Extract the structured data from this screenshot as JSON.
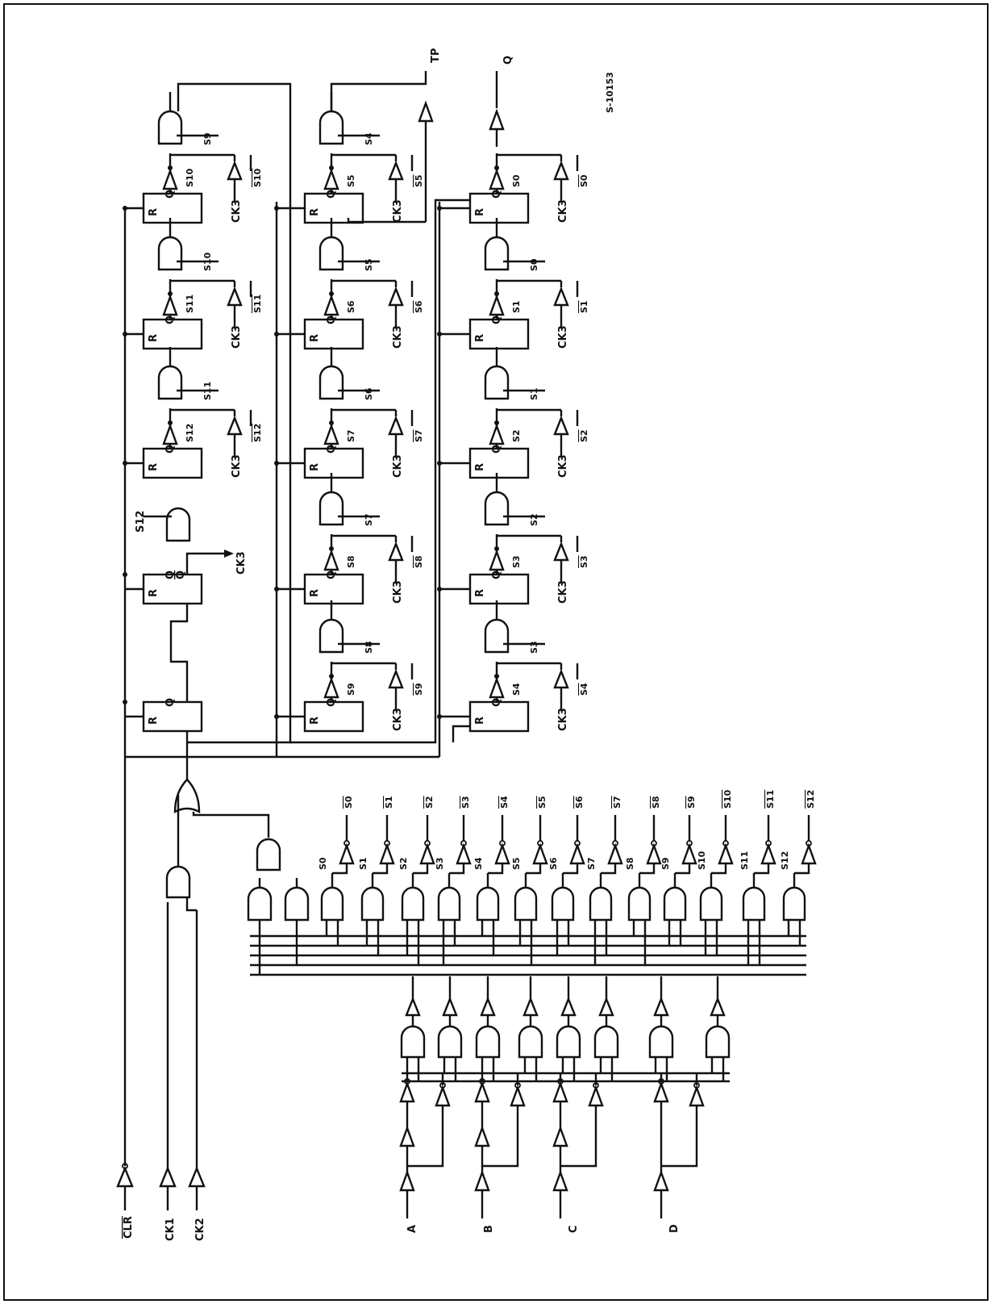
{
  "figure": {
    "ref_code": "S-10153",
    "colors": {
      "ink": "#111111",
      "paper": "#ffffff"
    }
  },
  "inputs": {
    "clr": "CLR",
    "ck1": "CK1",
    "ck2": "CK2",
    "a": "A",
    "b": "B",
    "c": "C",
    "d": "D"
  },
  "outputs": {
    "tp": "TP",
    "q": "Q",
    "ck3_out": "CK3"
  },
  "flipflop_labels": {
    "reset": "R",
    "q": "Q",
    "qbar": "Q"
  },
  "clock_label": "CK3",
  "rows": [
    {
      "name": "top",
      "cells": [
        {
          "pos": 3,
          "out": "S12",
          "state_bar": "S12",
          "and_sel": "S11"
        },
        {
          "pos": 4,
          "out": "S11",
          "state_bar": "S11",
          "and_sel": "S10"
        },
        {
          "pos": 5,
          "out": "S10",
          "state_bar": "S10",
          "and_sel": "S9"
        }
      ],
      "gate_sel_left": "S12"
    },
    {
      "name": "middle",
      "cells": [
        {
          "pos": 1,
          "out": "S9",
          "state_bar": "S9",
          "and_sel": "S8"
        },
        {
          "pos": 2,
          "out": "S8",
          "state_bar": "S8",
          "and_sel": "S7"
        },
        {
          "pos": 3,
          "out": "S7",
          "state_bar": "S7",
          "and_sel": "S6"
        },
        {
          "pos": 4,
          "out": "S6",
          "state_bar": "S6",
          "and_sel": "S5"
        },
        {
          "pos": 5,
          "out": "S5",
          "state_bar": "S5",
          "and_sel": "S4"
        }
      ]
    },
    {
      "name": "bottom",
      "cells": [
        {
          "pos": 1,
          "out": "S4",
          "state_bar": "S4",
          "and_sel": "S3"
        },
        {
          "pos": 2,
          "out": "S3",
          "state_bar": "S3",
          "and_sel": "S2"
        },
        {
          "pos": 3,
          "out": "S2",
          "state_bar": "S2",
          "and_sel": "S1"
        },
        {
          "pos": 4,
          "out": "S1",
          "state_bar": "S1",
          "and_sel": "S0"
        },
        {
          "pos": 5,
          "out": "S0",
          "state_bar": "S0",
          "and_sel": ""
        }
      ]
    }
  ],
  "decoder_outputs": [
    {
      "sel": "S0",
      "bar": "S0"
    },
    {
      "sel": "S1",
      "bar": "S1"
    },
    {
      "sel": "S2",
      "bar": "S2"
    },
    {
      "sel": "S3",
      "bar": "S3"
    },
    {
      "sel": "S4",
      "bar": "S4"
    },
    {
      "sel": "S5",
      "bar": "S5"
    },
    {
      "sel": "S6",
      "bar": "S6"
    },
    {
      "sel": "S7",
      "bar": "S7"
    },
    {
      "sel": "S8",
      "bar": "S8"
    },
    {
      "sel": "S9",
      "bar": "S9"
    },
    {
      "sel": "S10",
      "bar": "S10"
    },
    {
      "sel": "S11",
      "bar": "S11"
    },
    {
      "sel": "S12",
      "bar": "S12"
    }
  ]
}
